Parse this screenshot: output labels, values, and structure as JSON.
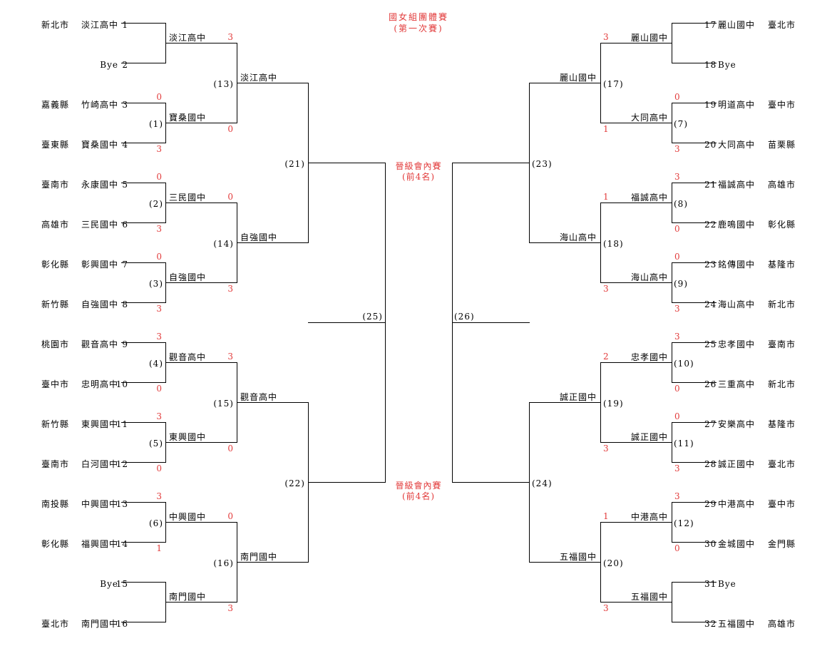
{
  "title": {
    "line1": "國女組團體賽",
    "line2": "(第一次賽)"
  },
  "advance_labels": [
    {
      "line1": "晉級會內賽",
      "line2": "(前4名)"
    },
    {
      "line1": "晉級會內賽",
      "line2": "(前4名)"
    }
  ],
  "entries": [
    {
      "no": "1",
      "city": "新北市",
      "school": "淡江高中"
    },
    {
      "no": "2",
      "city": "",
      "school": "Bye"
    },
    {
      "no": "3",
      "city": "嘉義縣",
      "school": "竹崎高中"
    },
    {
      "no": "4",
      "city": "臺東縣",
      "school": "寶桑國中"
    },
    {
      "no": "5",
      "city": "臺南市",
      "school": "永康國中"
    },
    {
      "no": "6",
      "city": "高雄市",
      "school": "三民國中"
    },
    {
      "no": "7",
      "city": "彰化縣",
      "school": "彰興國中"
    },
    {
      "no": "8",
      "city": "新竹縣",
      "school": "自強國中"
    },
    {
      "no": "9",
      "city": "桃園市",
      "school": "觀音高中"
    },
    {
      "no": "10",
      "city": "臺中市",
      "school": "忠明高中"
    },
    {
      "no": "11",
      "city": "新竹縣",
      "school": "東興國中"
    },
    {
      "no": "12",
      "city": "臺南市",
      "school": "白河國中"
    },
    {
      "no": "13",
      "city": "南投縣",
      "school": "中興國中"
    },
    {
      "no": "14",
      "city": "彰化縣",
      "school": "福興國中"
    },
    {
      "no": "15",
      "city": "",
      "school": "Bye"
    },
    {
      "no": "16",
      "city": "臺北市",
      "school": "南門國中"
    },
    {
      "no": "17",
      "city": "臺北市",
      "school": "麗山國中"
    },
    {
      "no": "18",
      "city": "",
      "school": "Bye"
    },
    {
      "no": "19",
      "city": "臺中市",
      "school": "明道高中"
    },
    {
      "no": "20",
      "city": "苗栗縣",
      "school": "大同高中"
    },
    {
      "no": "21",
      "city": "高雄市",
      "school": "福誠高中"
    },
    {
      "no": "22",
      "city": "彰化縣",
      "school": "鹿鳴國中"
    },
    {
      "no": "23",
      "city": "基隆市",
      "school": "銘傳國中"
    },
    {
      "no": "24",
      "city": "新北市",
      "school": "海山高中"
    },
    {
      "no": "25",
      "city": "臺南市",
      "school": "忠孝國中"
    },
    {
      "no": "26",
      "city": "新北市",
      "school": "三重高中"
    },
    {
      "no": "27",
      "city": "基隆市",
      "school": "安樂高中"
    },
    {
      "no": "28",
      "city": "臺北市",
      "school": "誠正國中"
    },
    {
      "no": "29",
      "city": "臺中市",
      "school": "中港高中"
    },
    {
      "no": "30",
      "city": "金門縣",
      "school": "金城國中"
    },
    {
      "no": "31",
      "city": "",
      "school": "Bye"
    },
    {
      "no": "32",
      "city": "高雄市",
      "school": "五福國中"
    }
  ],
  "r1_matches": [
    {
      "no": "",
      "top_score": "",
      "bottom_score": "",
      "winner": "淡江高中"
    },
    {
      "no": "(1)",
      "top_score": "0",
      "bottom_score": "3",
      "winner": "寶桑國中"
    },
    {
      "no": "(2)",
      "top_score": "0",
      "bottom_score": "3",
      "winner": "三民國中"
    },
    {
      "no": "(3)",
      "top_score": "0",
      "bottom_score": "3",
      "winner": "自強國中"
    },
    {
      "no": "(4)",
      "top_score": "3",
      "bottom_score": "0",
      "winner": "觀音高中"
    },
    {
      "no": "(5)",
      "top_score": "3",
      "bottom_score": "0",
      "winner": "東興國中"
    },
    {
      "no": "(6)",
      "top_score": "3",
      "bottom_score": "1",
      "winner": "中興國中"
    },
    {
      "no": "",
      "top_score": "",
      "bottom_score": "",
      "winner": "南門國中"
    },
    {
      "no": "",
      "top_score": "",
      "bottom_score": "",
      "winner": "麗山國中"
    },
    {
      "no": "(7)",
      "top_score": "0",
      "bottom_score": "3",
      "winner": "大同高中"
    },
    {
      "no": "(8)",
      "top_score": "3",
      "bottom_score": "0",
      "winner": "福誠高中"
    },
    {
      "no": "(9)",
      "top_score": "0",
      "bottom_score": "3",
      "winner": "海山高中"
    },
    {
      "no": "(10)",
      "top_score": "3",
      "bottom_score": "0",
      "winner": "忠孝國中"
    },
    {
      "no": "(11)",
      "top_score": "0",
      "bottom_score": "3",
      "winner": "誠正國中"
    },
    {
      "no": "(12)",
      "top_score": "3",
      "bottom_score": "0",
      "winner": "中港高中"
    },
    {
      "no": "",
      "top_score": "",
      "bottom_score": "",
      "winner": "五福國中"
    }
  ],
  "r2_matches": [
    {
      "no": "(13)",
      "top_score": "3",
      "bottom_score": "0",
      "winner": "淡江高中"
    },
    {
      "no": "(14)",
      "top_score": "0",
      "bottom_score": "3",
      "winner": "自強國中"
    },
    {
      "no": "(15)",
      "top_score": "3",
      "bottom_score": "0",
      "winner": "觀音高中"
    },
    {
      "no": "(16)",
      "top_score": "0",
      "bottom_score": "3",
      "winner": "南門國中"
    },
    {
      "no": "(17)",
      "top_score": "3",
      "bottom_score": "1",
      "winner": "麗山國中"
    },
    {
      "no": "(18)",
      "top_score": "1",
      "bottom_score": "3",
      "winner": "海山高中"
    },
    {
      "no": "(19)",
      "top_score": "2",
      "bottom_score": "3",
      "winner": "誠正國中"
    },
    {
      "no": "(20)",
      "top_score": "1",
      "bottom_score": "3",
      "winner": "五福國中"
    }
  ],
  "r3_matches": [
    {
      "no": "(21)"
    },
    {
      "no": "(22)"
    },
    {
      "no": "(23)"
    },
    {
      "no": "(24)"
    }
  ],
  "r4_matches": [
    {
      "no": "(25)"
    },
    {
      "no": "(26)"
    }
  ]
}
